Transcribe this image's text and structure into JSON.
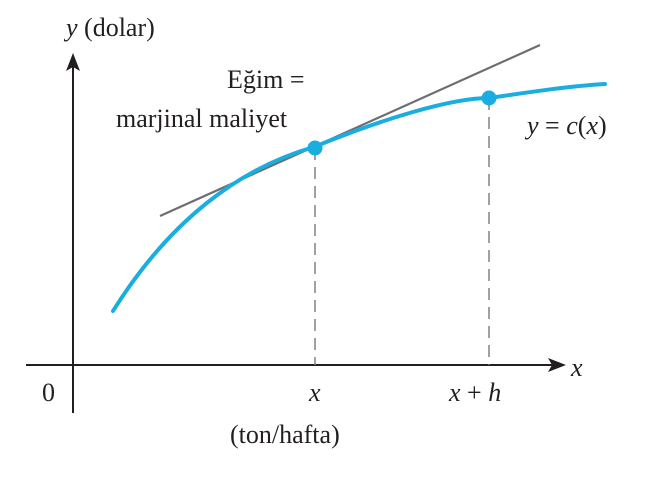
{
  "labels": {
    "y_axis": "y (dolar)",
    "x_axis": "x",
    "x_unit": "(ton/hafta)",
    "origin": "0",
    "tick_x": "x",
    "tick_x_plus_h": "x + h",
    "slope_line1": "Eğim =",
    "slope_line2": "marjinal maliyet",
    "curve": "y = c(x)"
  },
  "colors": {
    "axis": "#231f20",
    "curve": "#1aaee0",
    "tangent": "#6d6e71",
    "dash": "#808285",
    "point": "#1aaee0",
    "text": "#231f20"
  }
}
